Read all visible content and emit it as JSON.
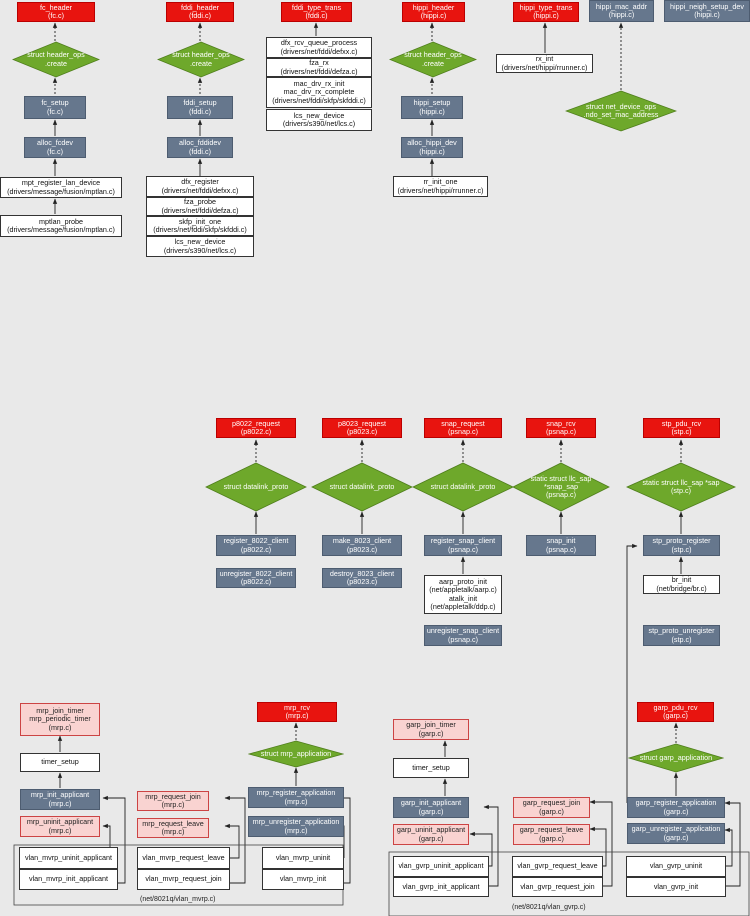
{
  "nodes": {
    "fc_header": [
      "fc_header",
      "(fc.c)"
    ],
    "fddi_header": [
      "fddi_header",
      "(fddi.c)"
    ],
    "fddi_type_trans": [
      "fddi_type_trans",
      "(fddi.c)"
    ],
    "hippi_header": [
      "hippi_header",
      "(hippi.c)"
    ],
    "hippi_type_trans": [
      "hippi_type_trans",
      "(hippi.c)"
    ],
    "hippi_mac_addr": [
      "hippi_mac_addr",
      "(hippi.c)"
    ],
    "hippi_neigh_setup_dev": [
      "hippi_neigh_setup_dev",
      "(hippi.c)"
    ],
    "fc_setup": [
      "fc_setup",
      "(fc.c)"
    ],
    "alloc_fcdev": [
      "alloc_fcdev",
      "(fc.c)"
    ],
    "mpt_register_lan_device": [
      "mpt_register_lan_device",
      "(drivers/message/fusion/mptlan.c)"
    ],
    "mptlan_probe": [
      "mptlan_probe",
      "(drivers/message/fusion/mptlan.c)"
    ],
    "fddi_setup": [
      "fddi_setup",
      "(fddi.c)"
    ],
    "alloc_fddidev": [
      "alloc_fddidev",
      "(fddi.c)"
    ],
    "dfx_register": [
      "dfx_register",
      "(drivers/net/fddi/defxx.c)"
    ],
    "fza_probe": [
      "fza_probe",
      "(drivers/net/fddi/defza.c)"
    ],
    "skfp_init_one": [
      "skfp_init_one",
      "(drivers/net/fddi/skfp/skfddi.c)"
    ],
    "lcs_new_device_a": [
      "lcs_new_device",
      "(drivers/s390/net/lcs.c)"
    ],
    "dfx_rcv_queue_process": [
      "dfx_rcv_queue_process",
      "(drivers/net/fddi/defxx.c)"
    ],
    "fza_rx": [
      "fza_rx",
      "(drivers/net/fddi/defza.c)"
    ],
    "mac_drv_rx": [
      "mac_drv_rx_init",
      "mac_drv_rx_complete",
      "(drivers/net/fddi/skfp/skfddi.c)"
    ],
    "lcs_new_device_b": [
      "lcs_new_device",
      "(drivers/s390/net/lcs.c)"
    ],
    "hippi_setup": [
      "hippi_setup",
      "(hippi.c)"
    ],
    "alloc_hippi_dev": [
      "alloc_hippi_dev",
      "(hippi.c)"
    ],
    "rr_init_one": [
      "rr_init_one",
      "(drivers/net/hippi/rrunner.c)"
    ],
    "rx_int": [
      "rx_int",
      "(drivers/net/hippi/rrunner.c)"
    ],
    "p8022_request": [
      "p8022_request",
      "(p8022.c)"
    ],
    "p8023_request": [
      "p8023_request",
      "(p8023.c)"
    ],
    "snap_request": [
      "snap_request",
      "(psnap.c)"
    ],
    "snap_rcv": [
      "snap_rcv",
      "(psnap.c)"
    ],
    "stp_pdu_rcv": [
      "stp_pdu_rcv",
      "(stp.c)"
    ],
    "register_8022_client": [
      "register_8022_client",
      "(p8022.c)"
    ],
    "unregister_8022_client": [
      "unregister_8022_client",
      "(p8022.c)"
    ],
    "make_8023_client": [
      "make_8023_client",
      "(p8023.c)"
    ],
    "destroy_8023_client": [
      "destroy_8023_client",
      "(p8023.c)"
    ],
    "register_snap_client": [
      "register_snap_client",
      "(psnap.c)"
    ],
    "aarp_atalk": [
      "aarp_proto_init",
      "(net/appletalk/aarp.c)",
      "atalk_init",
      "(net/appletalk/ddp.c)"
    ],
    "unregister_snap_client": [
      "unregister_snap_client",
      "(psnap.c)"
    ],
    "snap_init": [
      "snap_init",
      "(psnap.c)"
    ],
    "stp_proto_register": [
      "stp_proto_register",
      "(stp.c)"
    ],
    "br_init": [
      "br_init",
      "(net/bridge/br.c)"
    ],
    "stp_proto_unregister": [
      "stp_proto_unregister",
      "(stp.c)"
    ],
    "mrp_timers": [
      "mrp_join_timer",
      "mrp_periodic_timer",
      "(mrp.c)"
    ],
    "timer_setup_a": [
      "timer_setup"
    ],
    "mrp_init_applicant": [
      "mrp_init_applicant",
      "(mrp.c)"
    ],
    "mrp_uninit_applicant": [
      "mrp_uninit_applicant",
      "(mrp.c)"
    ],
    "mrp_rcv": [
      "mrp_rcv",
      "(mrp.c)"
    ],
    "mrp_register_application": [
      "mrp_register_application",
      "(mrp.c)"
    ],
    "mrp_unregister_application": [
      "mrp_unregister_application",
      "(mrp.c)"
    ],
    "mrp_request_join": [
      "mrp_request_join",
      "(mrp.c)"
    ],
    "mrp_request_leave": [
      "mrp_request_leave",
      "(mrp.c)"
    ],
    "vlan_mvrp_uninit_applicant": [
      "vlan_mvrp_uninit_applicant"
    ],
    "vlan_mvrp_init_applicant": [
      "vlan_mvrp_init_applicant"
    ],
    "vlan_mvrp_request_leave": [
      "vlan_mvrp_request_leave"
    ],
    "vlan_mvrp_request_join": [
      "vlan_mvrp_request_join"
    ],
    "vlan_mvrp_uninit": [
      "vlan_mvrp_uninit"
    ],
    "vlan_mvrp_init": [
      "vlan_mvrp_init"
    ],
    "garp_join_timer": [
      "garp_join_timer",
      "(garp.c)"
    ],
    "timer_setup_b": [
      "timer_setup"
    ],
    "garp_init_applicant": [
      "garp_init_applicant",
      "(garp.c)"
    ],
    "garp_uninit_applicant": [
      "garp_uninit_applicant",
      "(garp.c)"
    ],
    "garp_request_join": [
      "garp_request_join",
      "(garp.c)"
    ],
    "garp_request_leave": [
      "garp_request_leave",
      "(garp.c)"
    ],
    "garp_pdu_rcv": [
      "garp_pdu_rcv",
      "(garp.c)"
    ],
    "garp_register_application": [
      "garp_register_application",
      "(garp.c)"
    ],
    "garp_unregister_application": [
      "garp_unregister_application",
      "(garp.c)"
    ],
    "vlan_gvrp_uninit_applicant": [
      "vlan_gvrp_uninit_applicant"
    ],
    "vlan_gvrp_init_applicant": [
      "vlan_gvrp_init_applicant"
    ],
    "vlan_gvrp_request_leave": [
      "vlan_gvrp_request_leave"
    ],
    "vlan_gvrp_request_join": [
      "vlan_gvrp_request_join"
    ],
    "vlan_gvrp_uninit": [
      "vlan_gvrp_uninit"
    ],
    "vlan_gvrp_init": [
      "vlan_gvrp_init"
    ]
  },
  "diamonds": {
    "fc_ops": [
      "struct header_ops",
      ".create"
    ],
    "fddi_ops": [
      "struct header_ops",
      ".create"
    ],
    "hippi_ops": [
      "struct header_ops",
      ".create"
    ],
    "net_device_ops": [
      "struct net_device_ops",
      ".ndo_set_mac_address"
    ],
    "dl_8022": [
      "struct datalink_proto"
    ],
    "dl_8023": [
      "struct datalink_proto"
    ],
    "dl_snap": [
      "struct datalink_proto"
    ],
    "llc_snap": [
      "static struct llc_sap",
      "*snap_sap",
      "(psnap.c)"
    ],
    "llc_stp": [
      "static struct llc_sap *sap",
      "(stp.c)"
    ],
    "mrp_app": [
      "struct mrp_application"
    ],
    "garp_app": [
      "struct garp_application"
    ]
  },
  "labels": {
    "mvrp_file": "(net/8021q/vlan_mvrp.c)",
    "gvrp_file": "(net/8021q/vlan_gvrp.c)"
  },
  "colors": {
    "red": "#e8140f",
    "slate": "#66778d",
    "green": "#6ea82b",
    "pink": "#f9d3d1"
  }
}
